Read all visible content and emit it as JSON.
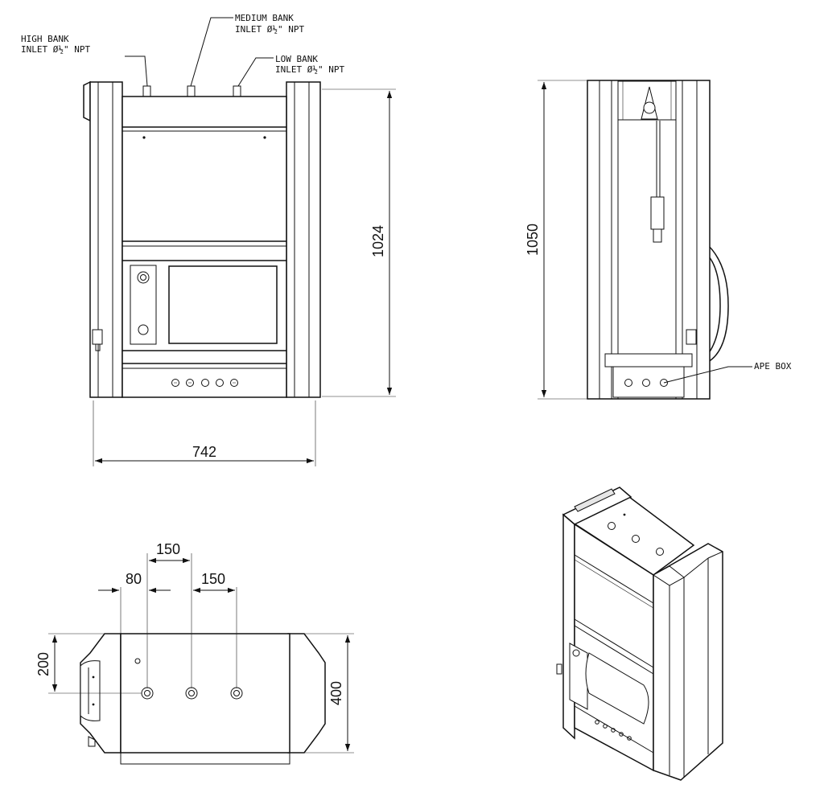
{
  "annotations": {
    "high_bank_line1": "HIGH BANK",
    "high_bank_line2": "INLET Ø½\" NPT",
    "medium_bank_line1": "MEDIUM BANK",
    "medium_bank_line2": "INLET Ø½\" NPT",
    "low_bank_line1": "LOW BANK",
    "low_bank_line2": "INLET Ø½\" NPT",
    "ape_box": "APE BOX"
  },
  "dimensions": {
    "front_height": "1024",
    "front_width": "742",
    "side_height": "1050",
    "top_offset_80": "80",
    "top_pitch_150_upper": "150",
    "top_pitch_150_lower": "150",
    "top_depth_offset_200": "200",
    "top_depth_400": "400"
  }
}
